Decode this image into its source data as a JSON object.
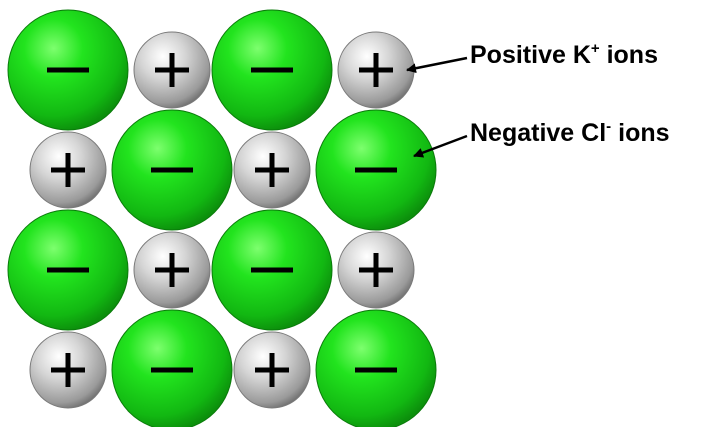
{
  "labels": {
    "positive": {
      "text": "Positive K",
      "superscript": "+",
      "suffix": " ions"
    },
    "negative": {
      "text": "Negative Cl",
      "superscript": "-",
      "suffix": " ions"
    }
  },
  "ions": {
    "positive": {
      "symbol": "+",
      "species": "K",
      "color": "#c7c7c7"
    },
    "negative": {
      "symbol": "—",
      "species": "Cl",
      "color": "#1ed41e"
    }
  },
  "lattice": [
    [
      "negative",
      "positive",
      "negative",
      "positive"
    ],
    [
      "positive",
      "negative",
      "positive",
      "negative"
    ],
    [
      "negative",
      "positive",
      "negative",
      "positive"
    ],
    [
      "positive",
      "negative",
      "positive",
      "negative"
    ]
  ]
}
